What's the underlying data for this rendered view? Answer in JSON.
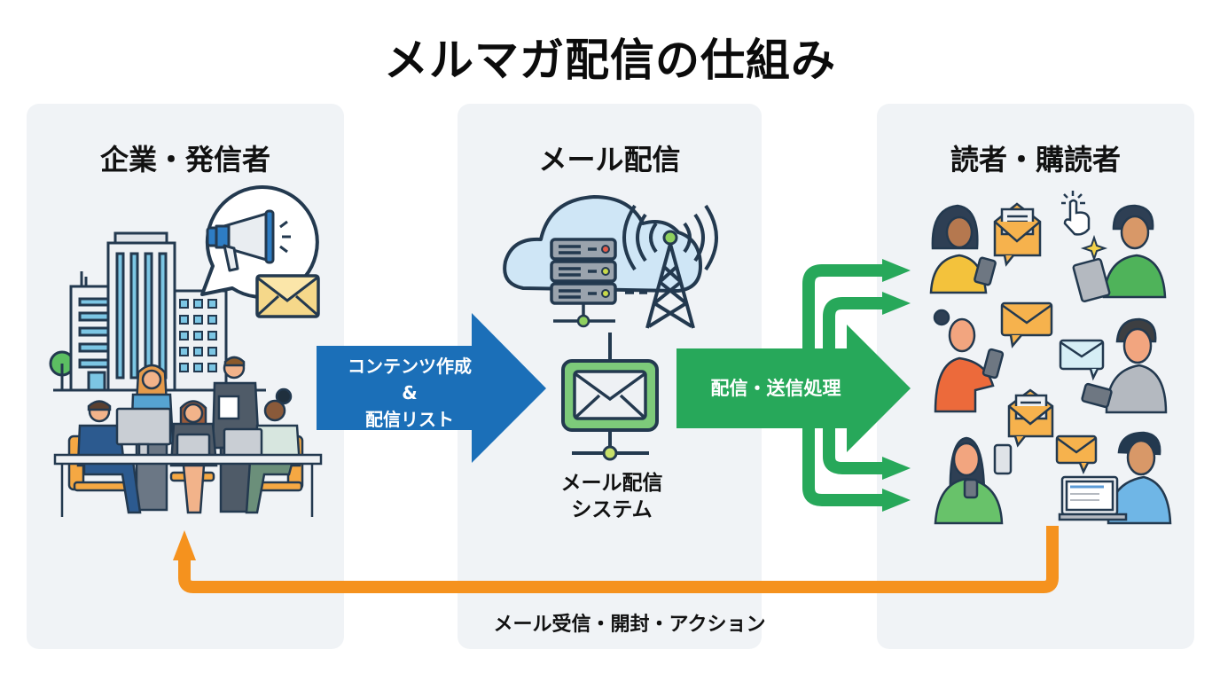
{
  "title": "メルマガ配信の仕組み",
  "panels": {
    "sender": {
      "title": "企業・発信者"
    },
    "delivery": {
      "title": "メール配信",
      "system_label_line1": "メール配信",
      "system_label_line2": "システム"
    },
    "readers": {
      "title": "読者・購読者"
    }
  },
  "arrows": {
    "create": {
      "line1": "コンテンツ作成",
      "line2": "&",
      "line3": "配信リスト",
      "color": "#1b6fb8"
    },
    "send": {
      "label": "配信・送信処理",
      "color": "#27a85a",
      "branch_count": 4
    },
    "feedback": {
      "label": "メール受信・開封・アクション",
      "color": "#f5921e"
    }
  },
  "colors": {
    "panel_bg": "#f0f3f6",
    "outline": "#23394f",
    "building_glass": "#7cc6e4",
    "envelope_orange": "#f6b24d",
    "envelope_light": "#f5d88a",
    "cloud": "#cfe6f6",
    "system_green": "#7dca7a",
    "dot_green": "#8fd15f"
  },
  "icons": [
    "building-icon",
    "megaphone-icon",
    "speech-bubble-icon",
    "envelope-icon",
    "tree-icon",
    "team-meeting-icon",
    "cloud-icon",
    "server-icon",
    "antenna-tower-icon",
    "mail-system-icon",
    "reader-icon",
    "tap-hand-icon",
    "sparkle-icon",
    "laptop-icon",
    "smartphone-icon",
    "tablet-icon"
  ]
}
